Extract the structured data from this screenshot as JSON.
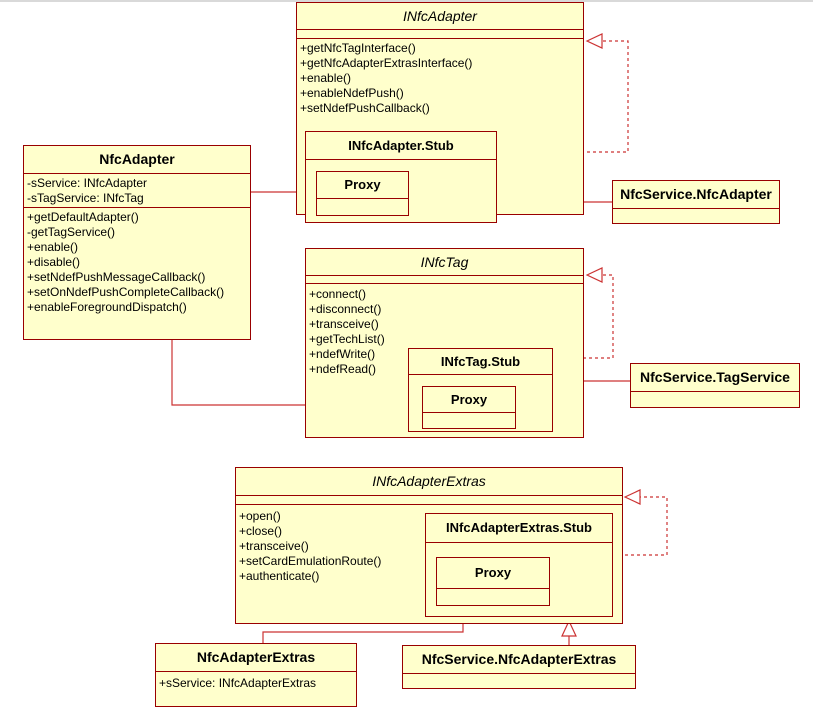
{
  "classes": {
    "infc_adapter": {
      "name": "INfcAdapter",
      "methods": [
        "+getNfcTagInterface()",
        "+getNfcAdapterExtrasInterface()",
        "+enable()",
        "+enableNdefPush()",
        "+setNdefPushCallback()"
      ]
    },
    "infc_adapter_stub": {
      "name": "INfcAdapter.Stub"
    },
    "infc_adapter_proxy": {
      "name": "Proxy"
    },
    "nfc_adapter": {
      "name": "NfcAdapter",
      "attributes": [
        "-sService: INfcAdapter",
        "-sTagService: INfcTag"
      ],
      "methods": [
        "+getDefaultAdapter()",
        "-getTagService()",
        "+enable()",
        "+disable()",
        "+setNdefPushMessageCallback()",
        "+setOnNdefPushCompleteCallback()",
        "+enableForegroundDispatch()"
      ]
    },
    "nfc_service_nfc_adapter": {
      "name": "NfcService.NfcAdapter"
    },
    "infc_tag": {
      "name": "INfcTag",
      "methods": [
        "+connect()",
        "+disconnect()",
        "+transceive()",
        "+getTechList()",
        "+ndefWrite()",
        "+ndefRead()"
      ]
    },
    "infc_tag_stub": {
      "name": "INfcTag.Stub"
    },
    "infc_tag_proxy": {
      "name": "Proxy"
    },
    "nfc_service_tag_service": {
      "name": "NfcService.TagService"
    },
    "infc_adapter_extras": {
      "name": "INfcAdapterExtras",
      "methods": [
        "+open()",
        "+close()",
        "+transceive()",
        "+setCardEmulationRoute()",
        "+authenticate()"
      ]
    },
    "infc_adapter_extras_stub": {
      "name": "INfcAdapterExtras.Stub"
    },
    "infc_adapter_extras_proxy": {
      "name": "Proxy"
    },
    "nfc_adapter_extras": {
      "name": "NfcAdapterExtras",
      "attributes": [
        "+sService: INfcAdapterExtras"
      ]
    },
    "nfc_service_nfc_adapter_extras": {
      "name": "NfcService.NfcAdapterExtras"
    }
  },
  "colors": {
    "fill": "#ffffcc",
    "border": "#990000",
    "line": "#cc3333"
  }
}
